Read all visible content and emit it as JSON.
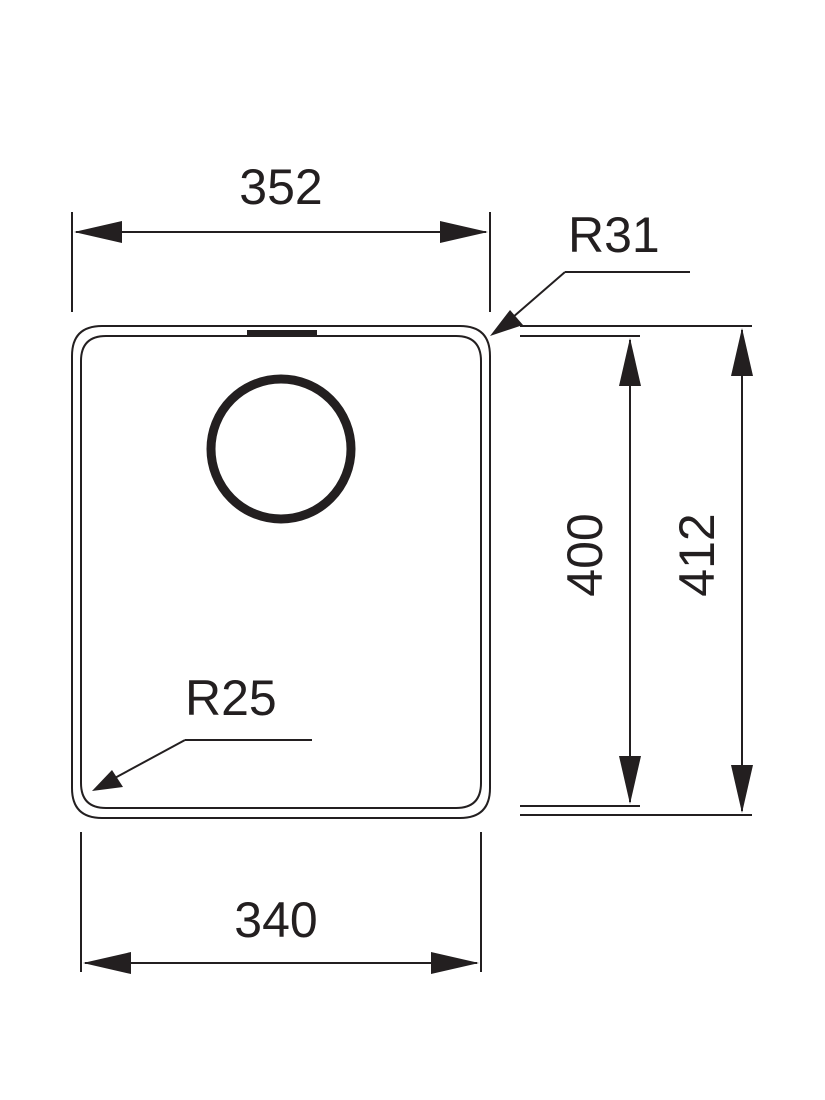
{
  "dimensions": {
    "top_width": "352",
    "bottom_width": "340",
    "inner_height": "400",
    "outer_height": "412",
    "outer_corner_radius": "R31",
    "inner_corner_radius": "R25"
  },
  "colors": {
    "ink": "#231f20",
    "background": "#ffffff"
  }
}
